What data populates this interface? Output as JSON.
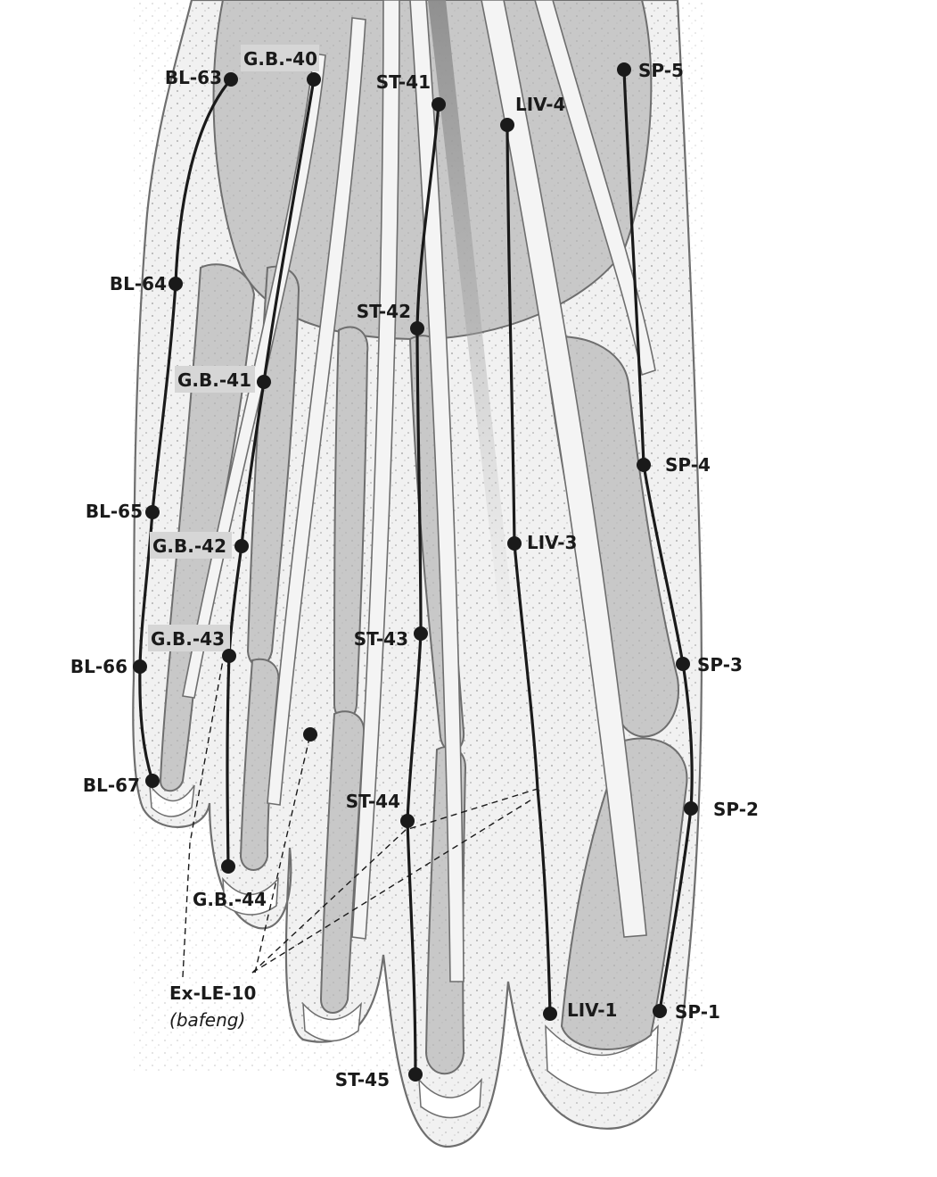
{
  "colors": {
    "skin_outline": "#6e6e6e",
    "bone_fill": "#c8c8c8",
    "tendon_fill": "#f4f4f4",
    "channel_line": "#1a1a1a",
    "point_dot": "#1a1a1a",
    "label_highlight": "#d6d6d6"
  },
  "channels": {
    "bl": [
      "BL-63",
      "BL-64",
      "BL-65",
      "BL-66",
      "BL-67"
    ],
    "gb": [
      "G.B.-40",
      "G.B.-41",
      "G.B.-42",
      "G.B.-43",
      "G.B.-44"
    ],
    "st": [
      "ST-41",
      "ST-42",
      "ST-43",
      "ST-44",
      "ST-45"
    ],
    "liv": [
      "LIV-4",
      "LIV-3",
      "LIV-1"
    ],
    "sp": [
      "SP-5",
      "SP-4",
      "SP-3",
      "SP-2",
      "SP-1"
    ]
  },
  "extra_point": {
    "code": "Ex-LE-10",
    "name": "bafeng"
  }
}
